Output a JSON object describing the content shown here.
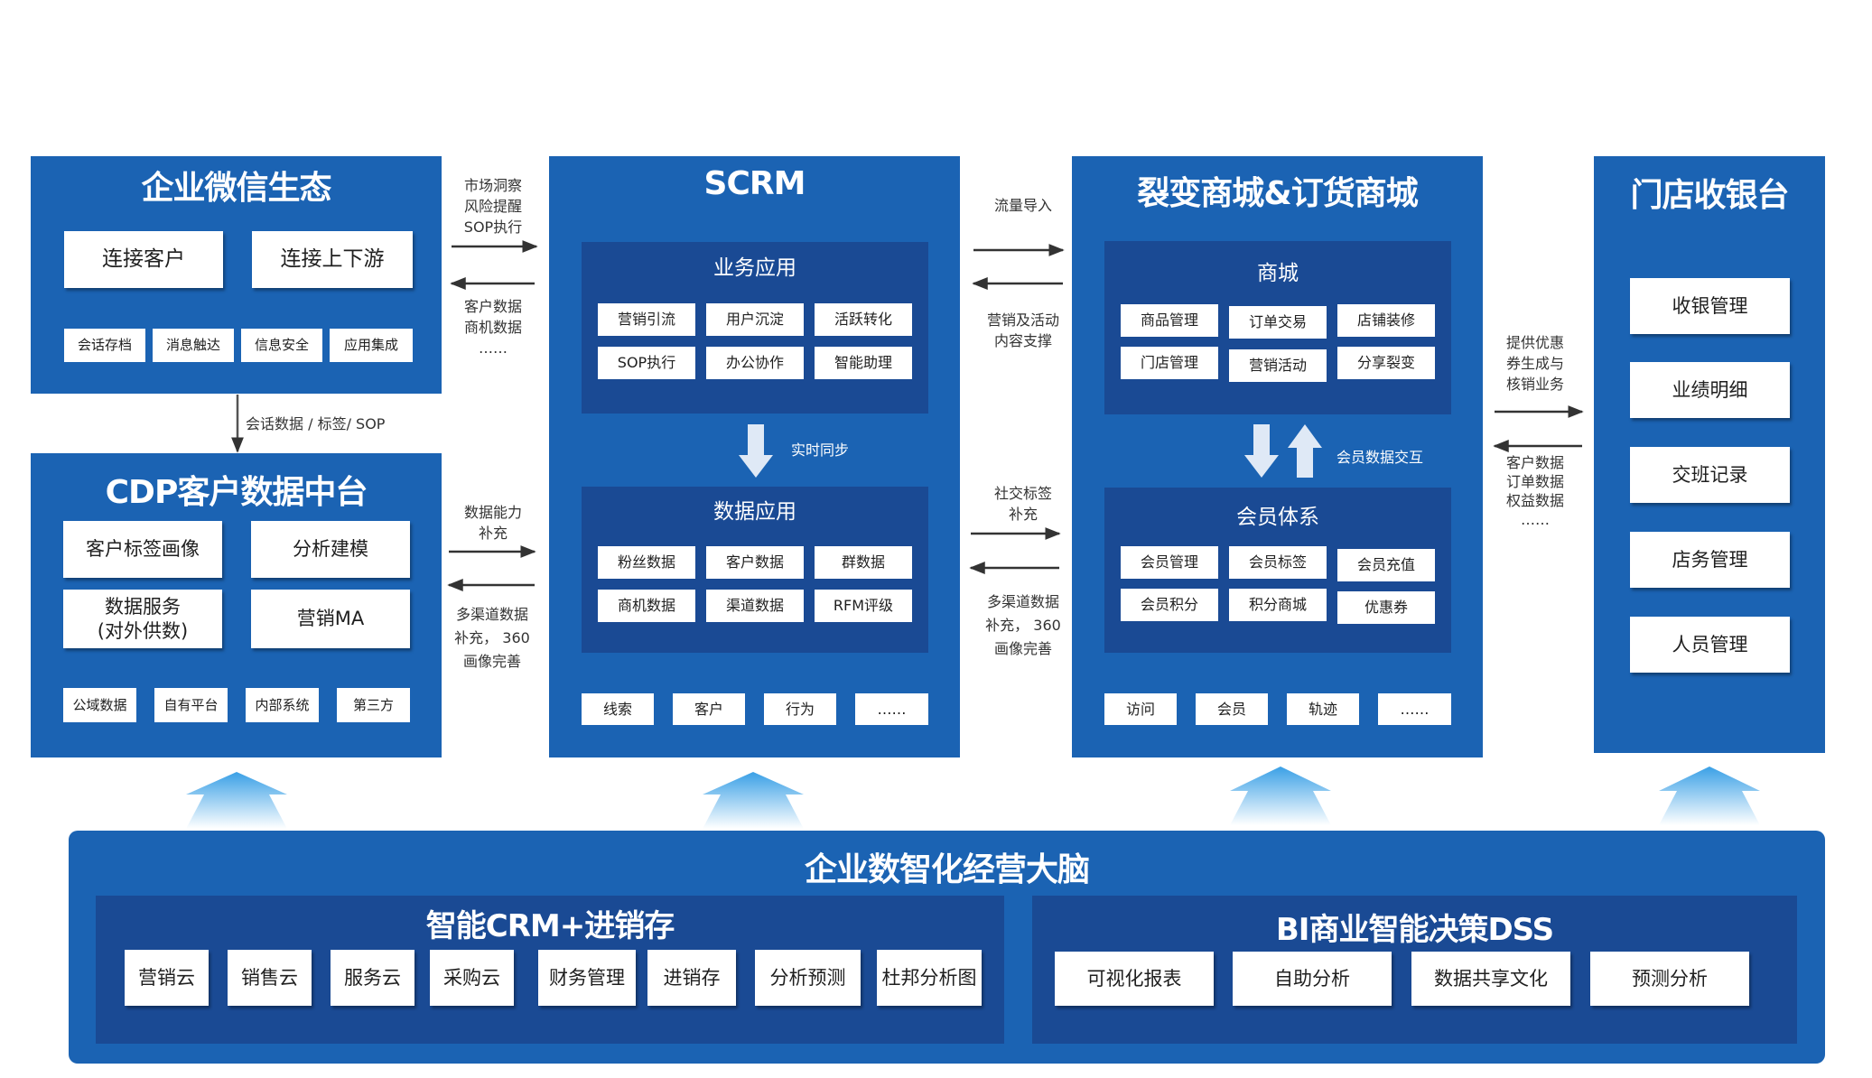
{
  "colors": {
    "panel": "#1b63b3",
    "inner": "#1a4a94",
    "box": "#ffffff",
    "arrow": "#333333",
    "up_arrow": "#3aa0e6"
  },
  "wechat": {
    "title": "企业微信生态",
    "top_boxes": [
      "连接客户",
      "连接上下游"
    ],
    "small_boxes": [
      "会话存档",
      "消息触达",
      "信息安全",
      "应用集成"
    ]
  },
  "link_wechat_cdp": "会话数据 / 标签/ SOP",
  "cdp": {
    "title": "CDP客户数据中台",
    "boxes": [
      "客户标签画像",
      "分析建模",
      "数据服务\n(对外供数)",
      "营销MA"
    ],
    "small_boxes": [
      "公域数据",
      "自有平台",
      "内部系统",
      "第三方"
    ]
  },
  "link_wechat_scrm": {
    "right": "市场洞察\n风险提醒\nSOP执行",
    "left": "客户数据\n商机数据\n……"
  },
  "link_cdp_scrm": {
    "right": "数据能力\n补充",
    "left": "多渠道数据\n补充， 360\n画像完善"
  },
  "scrm": {
    "title": "SCRM",
    "biz_title": "业务应用",
    "biz_items": [
      "营销引流",
      "用户沉淀",
      "活跃转化",
      "SOP执行",
      "办公协作",
      "智能助理"
    ],
    "sync_label": "实时同步",
    "data_title": "数据应用",
    "data_items": [
      "粉丝数据",
      "客户数据",
      "群数据",
      "商机数据",
      "渠道数据",
      "RFM评级"
    ],
    "bottom_items": [
      "线索",
      "客户",
      "行为",
      "……"
    ]
  },
  "link_scrm_mall_top": {
    "right": "流量导入",
    "left": "营销及活动\n内容支撑"
  },
  "link_scrm_mall_bottom": {
    "right": "社交标签\n补充",
    "left": "多渠道数据\n补充， 360\n画像完善"
  },
  "mall": {
    "title": "裂变商城&订货商城",
    "shop_title": "商城",
    "shop_items": [
      "商品管理",
      "订单交易",
      "店铺装修",
      "门店管理",
      "营销活动",
      "分享裂变"
    ],
    "exchange_label": "会员数据交互",
    "member_title": "会员体系",
    "member_items": [
      "会员管理",
      "会员标签",
      "会员充值",
      "会员积分",
      "积分商城",
      "优惠券"
    ],
    "bottom_items": [
      "访问",
      "会员",
      "轨迹",
      "……"
    ]
  },
  "link_mall_pos": {
    "right": "提供优惠\n券生成与\n核销业务",
    "left": "客户数据\n订单数据\n权益数据\n……"
  },
  "pos": {
    "title": "门店收银台",
    "items": [
      "收银管理",
      "业绩明细",
      "交班记录",
      "店务管理",
      "人员管理"
    ]
  },
  "brain": {
    "title": "企业数智化经营大脑",
    "crm": {
      "title": "智能CRM+进销存",
      "items": [
        "营销云",
        "销售云",
        "服务云",
        "采购云",
        "财务管理",
        "进销存",
        "分析预测",
        "杜邦分析图"
      ]
    },
    "bi": {
      "title": "BI商业智能决策DSS",
      "items": [
        "可视化报表",
        "自助分析",
        "数据共享文化",
        "预测分析"
      ]
    }
  }
}
